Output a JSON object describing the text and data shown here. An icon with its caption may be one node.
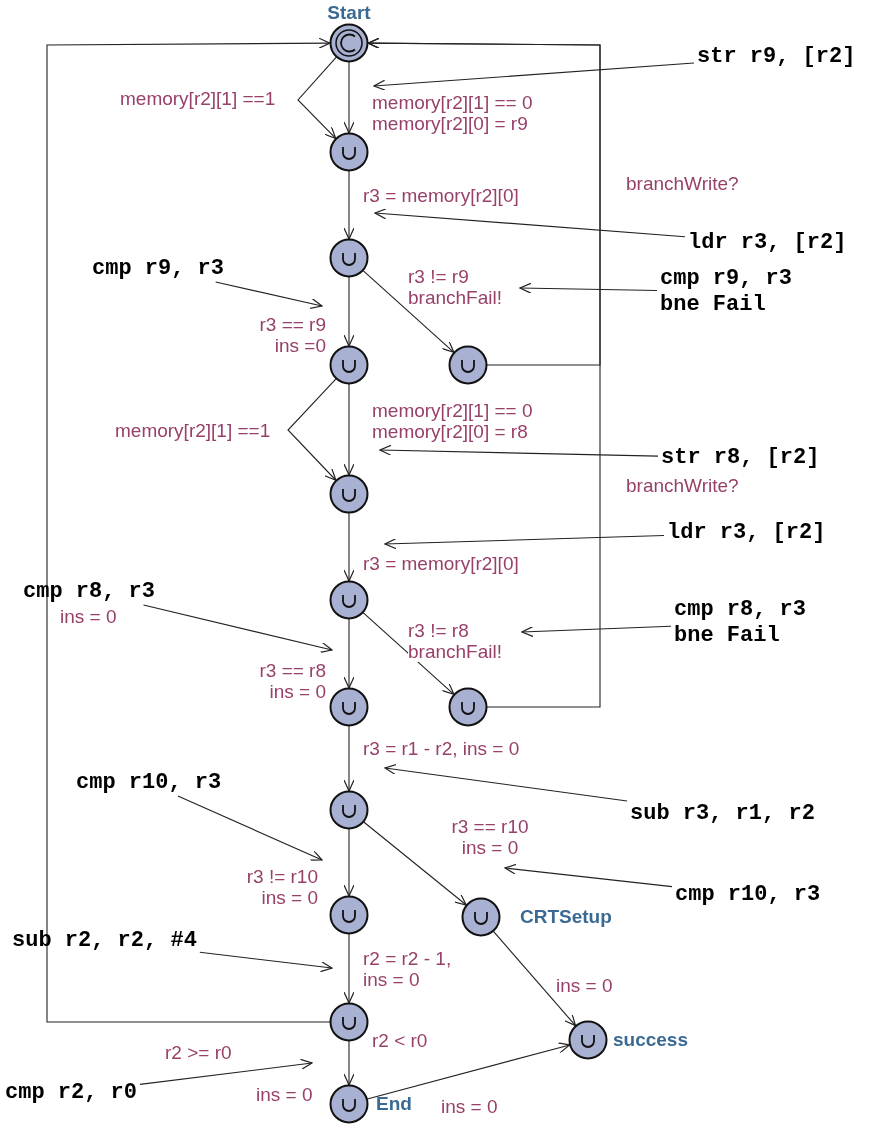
{
  "diagram": {
    "nodes": [
      {
        "text": [
          "Start"
        ]
      },
      {
        "text": [],
        "shape": "circle"
      },
      {
        "text": [],
        "shape": "circle"
      },
      {
        "text": [],
        "shape": "circle"
      },
      {
        "text": [],
        "shape": "circle"
      },
      {
        "text": [],
        "shape": "circle"
      },
      {
        "text": [],
        "shape": "circle"
      },
      {
        "text": [],
        "shape": "circle"
      },
      {
        "text": [],
        "shape": "circle"
      },
      {
        "text": [],
        "shape": "circle"
      },
      {
        "text": [],
        "shape": "circle"
      },
      {
        "text": [
          "CRTSetup"
        ]
      },
      {
        "text": [],
        "shape": "circle"
      },
      {
        "text": [
          "End"
        ]
      },
      {
        "text": [
          "success"
        ]
      },
      {
        "text": [
          "str r9, [r2]"
        ]
      },
      {
        "text": [
          "ldr r3, [r2]"
        ]
      },
      {
        "text": [
          "cmp r9, r3"
        ]
      },
      {
        "text": [
          "cmp r9, r3 bne Fail"
        ]
      },
      {
        "text": [
          "str r8, [r2]"
        ]
      },
      {
        "text": [
          "ldr r3, [r2]"
        ]
      },
      {
        "text": [
          "cmp r8, r3"
        ]
      },
      {
        "text": [
          "cmp r8, r3 bne Fail"
        ]
      },
      {
        "text": [
          "cmp r10, r3"
        ]
      },
      {
        "text": [
          "sub r3, r1, r2"
        ]
      },
      {
        "text": [
          "cmp r10, r3"
        ]
      },
      {
        "text": [
          "sub r2, r2, #4"
        ]
      },
      {
        "text": [
          "cmp r2, r0"
        ]
      }
    ],
    "edges": [
      {
        "from": 0,
        "to": 1,
        "arrow": "to",
        "label": "memory[r2][1] ==1"
      },
      {
        "from": 0,
        "to": 1,
        "arrow": "to",
        "label": "memory[r2][1] == 0 memory[r2][0] = r9"
      },
      {
        "from": 1,
        "to": 2,
        "arrow": "to",
        "label": "r3 = memory[r2][0]"
      },
      {
        "from": 2,
        "to": 3,
        "arrow": "to",
        "label": "r3 == r9 ins =0"
      },
      {
        "from": 2,
        "to": 4,
        "arrow": "to",
        "label": "r3 != r9 branchFail!"
      },
      {
        "from": 4,
        "to": 0,
        "arrow": "to",
        "label": "branchWrite?"
      },
      {
        "from": 3,
        "to": 5,
        "arrow": "to",
        "label": "memory[r2][1] ==1"
      },
      {
        "from": 3,
        "to": 5,
        "arrow": "to",
        "label": "memory[r2][1] == 0 memory[r2][0] = r8"
      },
      {
        "from": 5,
        "to": 6,
        "arrow": "to",
        "label": "r3 = memory[r2][0]"
      },
      {
        "from": 6,
        "to": 7,
        "arrow": "to",
        "label": "r3 == r8 ins = 0"
      },
      {
        "from": 6,
        "to": 8,
        "arrow": "to",
        "label": "r3 != r8 branchFail!"
      },
      {
        "from": 8,
        "to": 0,
        "arrow": "to",
        "label": "branchWrite?"
      },
      {
        "from": 7,
        "to": 9,
        "arrow": "to",
        "label": "r3 = r1 - r2, ins = 0"
      },
      {
        "from": 9,
        "to": 10,
        "arrow": "to",
        "label": "r3 != r10 ins = 0"
      },
      {
        "from": 9,
        "to": 11,
        "arrow": "to",
        "label": "r3 == r10 ins = 0"
      },
      {
        "from": 10,
        "to": 12,
        "arrow": "to",
        "label": "r2 = r2 - 1, ins = 0"
      },
      {
        "from": 11,
        "to": 14,
        "arrow": "to",
        "label": "ins = 0"
      },
      {
        "from": 12,
        "to": 0,
        "arrow": "to",
        "label": "r2 >= r0"
      },
      {
        "from": 12,
        "to": 13,
        "arrow": "to",
        "label": "r2 < r0"
      },
      {
        "from": 13,
        "to": 14,
        "arrow": "to",
        "label": "ins = 0"
      },
      {
        "from": 15,
        "to": null,
        "arrow": "to"
      },
      {
        "from": 16,
        "to": null,
        "arrow": "to"
      },
      {
        "from": 17,
        "to": null,
        "arrow": "to"
      },
      {
        "from": 18,
        "to": null,
        "arrow": "to"
      },
      {
        "from": 19,
        "to": null,
        "arrow": "to"
      },
      {
        "from": 20,
        "to": null,
        "arrow": "to"
      },
      {
        "from": 21,
        "to": null,
        "arrow": "to"
      },
      {
        "from": 22,
        "to": null,
        "arrow": "to"
      },
      {
        "from": 23,
        "to": null,
        "arrow": "to"
      },
      {
        "from": 24,
        "to": null,
        "arrow": "to"
      },
      {
        "from": 25,
        "to": null,
        "arrow": "to"
      },
      {
        "from": 26,
        "to": null,
        "arrow": "to"
      },
      {
        "from": 27,
        "to": null,
        "arrow": "to"
      }
    ],
    "labels": [
      "ins = 0",
      "ins = 0"
    ]
  }
}
